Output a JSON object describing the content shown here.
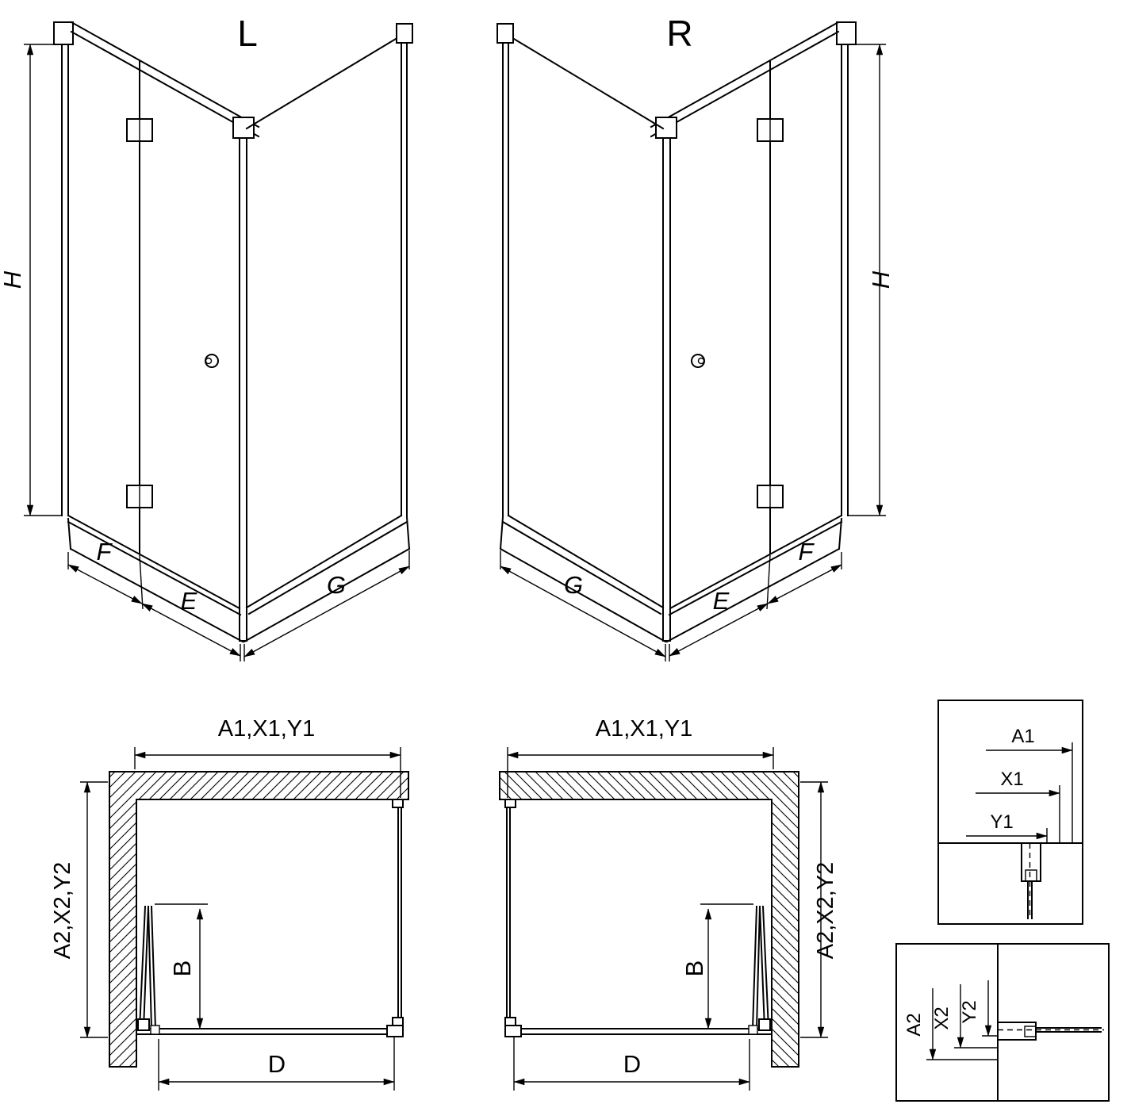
{
  "figure": {
    "variant_left": {
      "title": "L",
      "dim_height": "H",
      "dim_fixed_width": "F",
      "dim_door_width": "E",
      "dim_side_width": "G"
    },
    "variant_right": {
      "title": "R",
      "dim_height": "H",
      "dim_side_width": "G",
      "dim_door_width": "E",
      "dim_fixed_width": "F"
    },
    "plan_left": {
      "dim_top": "A1,X1,Y1",
      "dim_side": "A2,X2,Y2",
      "dim_door": "B",
      "dim_width": "D"
    },
    "plan_right": {
      "dim_top": "A1,X1,Y1",
      "dim_side": "A2,X2,Y2",
      "dim_door": "B",
      "dim_width": "D"
    },
    "detail_horizontal": {
      "dim_1": "A1",
      "dim_2": "X1",
      "dim_3": "Y1"
    },
    "detail_vertical": {
      "dim_1": "A2",
      "dim_2": "X2",
      "dim_3": "Y2"
    }
  }
}
